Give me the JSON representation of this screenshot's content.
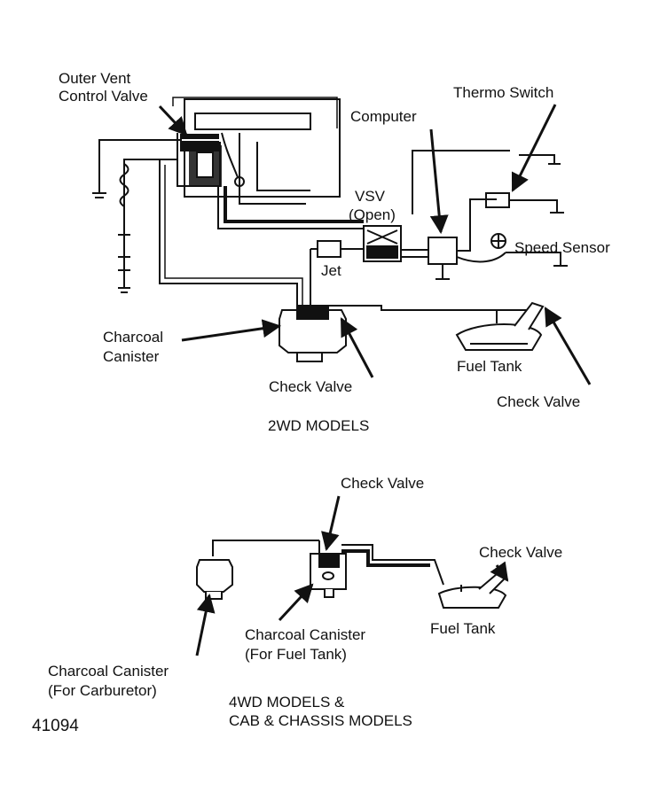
{
  "top_section": {
    "labels": {
      "outer_vent_line1": "Outer Vent",
      "outer_vent_line2": "Control Valve",
      "computer": "Computer",
      "thermo_switch": "Thermo Switch",
      "vsv_line1": "VSV",
      "vsv_line2": "(Open)",
      "speed_sensor": "Speed Sensor",
      "jet": "Jet",
      "charcoal_line1": "Charcoal",
      "charcoal_line2": "Canister",
      "check_valve_canister": "Check Valve",
      "fuel_tank": "Fuel Tank",
      "check_valve_tank": "Check Valve"
    },
    "caption": "2WD MODELS"
  },
  "bottom_section": {
    "labels": {
      "check_valve_top": "Check Valve",
      "check_valve_right": "Check Valve",
      "fuel_tank": "Fuel Tank",
      "canister_fuel_line1": "Charcoal Canister",
      "canister_fuel_line2": "(For Fuel Tank)",
      "canister_carb_line1": "Charcoal Canister",
      "canister_carb_line2": "(For Carburetor)"
    },
    "caption_line1": "4WD MODELS &",
    "caption_line2": "CAB & CHASSIS MODELS"
  },
  "figure_number": "41094",
  "colors": {
    "ink": "#111111",
    "paper": "#ffffff"
  }
}
